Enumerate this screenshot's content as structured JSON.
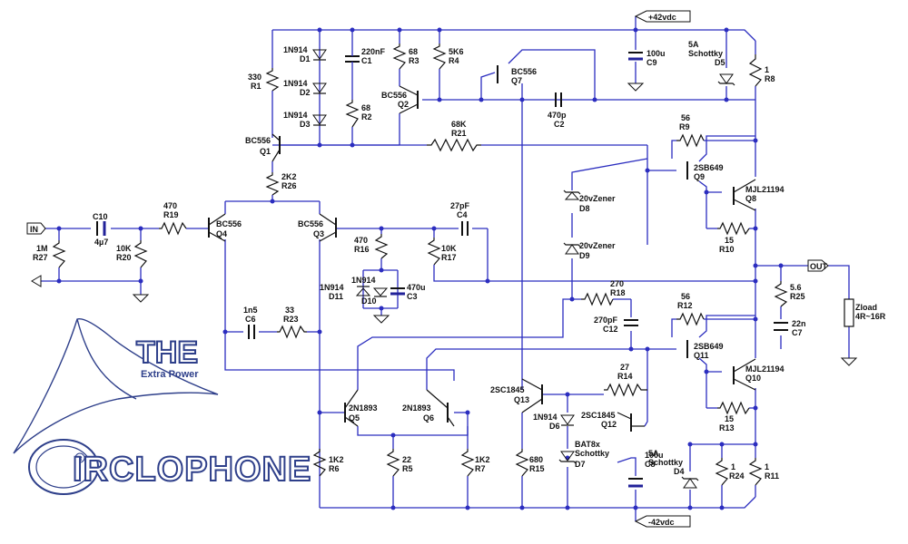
{
  "ports": {
    "vplus": "+42vdc",
    "vminus": "-42vdc",
    "input": "IN",
    "output": "OUT"
  },
  "components": {
    "R1": {
      "ref": "R1",
      "value": "330"
    },
    "R2": {
      "ref": "R2",
      "value": "68"
    },
    "R3": {
      "ref": "R3",
      "value": "68"
    },
    "R4": {
      "ref": "R4",
      "value": "5K6"
    },
    "R5": {
      "ref": "R5",
      "value": "22"
    },
    "R6": {
      "ref": "R6",
      "value": "1K2"
    },
    "R7": {
      "ref": "R7",
      "value": "1K2"
    },
    "R8": {
      "ref": "R8",
      "value": "1"
    },
    "R9": {
      "ref": "R9",
      "value": "56"
    },
    "R10": {
      "ref": "R10",
      "value": "15"
    },
    "R11": {
      "ref": "R11",
      "value": "1"
    },
    "R12": {
      "ref": "R12",
      "value": "56"
    },
    "R13": {
      "ref": "R13",
      "value": "15"
    },
    "R14": {
      "ref": "R14",
      "value": "27"
    },
    "R15": {
      "ref": "R15",
      "value": "680"
    },
    "R16": {
      "ref": "R16",
      "value": "470"
    },
    "R17": {
      "ref": "R17",
      "value": "10K"
    },
    "R18": {
      "ref": "R18",
      "value": "270"
    },
    "R19": {
      "ref": "R19",
      "value": "470"
    },
    "R20": {
      "ref": "R20",
      "value": "10K"
    },
    "R21": {
      "ref": "R21",
      "value": "68K"
    },
    "R23": {
      "ref": "R23",
      "value": "33"
    },
    "R24": {
      "ref": "R24",
      "value": "1"
    },
    "R25": {
      "ref": "R25",
      "value": "5.6"
    },
    "R26": {
      "ref": "R26",
      "value": "2K2"
    },
    "R27": {
      "ref": "R27",
      "value": "1M"
    },
    "C1": {
      "ref": "C1",
      "value": "220nF"
    },
    "C2": {
      "ref": "C2",
      "value": "470p"
    },
    "C3": {
      "ref": "C3",
      "value": "470u"
    },
    "C4": {
      "ref": "C4",
      "value": "27pF"
    },
    "C6": {
      "ref": "C6",
      "value": "1n5"
    },
    "C7": {
      "ref": "C7",
      "value": "22n"
    },
    "C8": {
      "ref": "C8",
      "value": "100u"
    },
    "C9": {
      "ref": "C9",
      "value": "100u"
    },
    "C10": {
      "ref": "C10",
      "value": "4µ7"
    },
    "C12": {
      "ref": "C12",
      "value": "270pF"
    },
    "D1": {
      "ref": "D1",
      "value": "1N914"
    },
    "D2": {
      "ref": "D2",
      "value": "1N914"
    },
    "D3": {
      "ref": "D3",
      "value": "1N914"
    },
    "D4": {
      "ref": "D4",
      "value": "5A",
      "value2": "Schottky"
    },
    "D5": {
      "ref": "D5",
      "value": "5A",
      "value2": "Schottky"
    },
    "D6": {
      "ref": "D6",
      "value": "1N914"
    },
    "D7": {
      "ref": "D7",
      "value": "BAT8x",
      "value2": "Schottky"
    },
    "D8": {
      "ref": "D8",
      "value": "20vZener"
    },
    "D9": {
      "ref": "D9",
      "value": "20vZener"
    },
    "D10": {
      "ref": "D10",
      "value": "1N914"
    },
    "D11": {
      "ref": "D11",
      "value": "1N914"
    },
    "Q1": {
      "ref": "Q1",
      "value": "BC556"
    },
    "Q2": {
      "ref": "Q2",
      "value": "BC556"
    },
    "Q3": {
      "ref": "Q3",
      "value": "BC556"
    },
    "Q4": {
      "ref": "Q4",
      "value": "BC556"
    },
    "Q5": {
      "ref": "Q5",
      "value": "2N1893"
    },
    "Q6": {
      "ref": "Q6",
      "value": "2N1893"
    },
    "Q7": {
      "ref": "Q7",
      "value": "BC556"
    },
    "Q8": {
      "ref": "Q8",
      "value": "MJL21194"
    },
    "Q9": {
      "ref": "Q9",
      "value": "2SB649"
    },
    "Q10": {
      "ref": "Q10",
      "value": "MJL21194"
    },
    "Q11": {
      "ref": "Q11",
      "value": "2SB649"
    },
    "Q12": {
      "ref": "Q12",
      "value": "2SC1845"
    },
    "Q13": {
      "ref": "Q13",
      "value": "2SC1845"
    },
    "Zload": {
      "ref": "Zload",
      "value": "4R~16R"
    }
  },
  "logo": {
    "title": "THE",
    "subtitle": "Extra Power",
    "brand_initial": "C",
    "brand_rest": "IRCLOPHONE",
    "registered": "R"
  },
  "colors": {
    "wire": "#2b2dbf",
    "component": "#111111",
    "logo": "#2e3f8a",
    "background": "#ffffff"
  }
}
